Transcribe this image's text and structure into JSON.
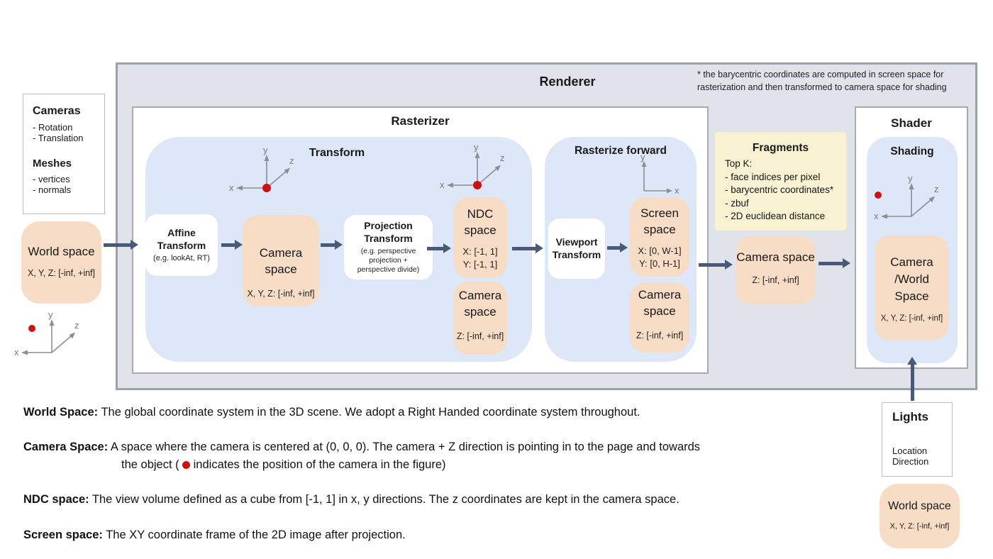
{
  "colors": {
    "peach": "#f7dcc6",
    "blue_panel": "#dde7f7",
    "yellow": "#f8f2d3",
    "renderer_bg": "#e0e4ea",
    "arrow": "#485a78",
    "red_dot": "#cc1111"
  },
  "axes": {
    "x": "x",
    "y": "y",
    "z": "z"
  },
  "renderer": {
    "title": "Renderer",
    "note_line1": "* the barycentric coordinates are computed in screen space for",
    "note_line2": "rasterization and then transformed to camera space for shading"
  },
  "rasterizer": {
    "title": "Rasterizer"
  },
  "transform_panel": {
    "title": "Transform",
    "affine_transform": {
      "line1": "Affine",
      "line2": "Transform",
      "note": "(e.g. lookAt, RT)"
    },
    "camera_space": {
      "title": "Camera space",
      "range": "X, Y, Z: [-inf, +inf]"
    },
    "projection_transform": {
      "line1": "Projection",
      "line2": "Transform",
      "note1": "(e.g. perspective",
      "note2": "projection +",
      "note3": "perspective divide)"
    },
    "ndc_space": {
      "line1": "NDC",
      "line2": "space",
      "range1": "X: [-1, 1]",
      "range2": "Y: [-1, 1]"
    },
    "camera_space_z": {
      "line1": "Camera",
      "line2": "space",
      "range": "Z: [-inf, +inf]"
    }
  },
  "rasterize_forward_panel": {
    "title": "Rasterize forward",
    "viewport_transform": {
      "line1": "Viewport",
      "line2": "Transform"
    },
    "screen_space": {
      "line1": "Screen",
      "line2": "space",
      "range1": "X: [0, W-1]",
      "range2": "Y: [0,  H-1]"
    },
    "camera_space_z": {
      "line1": "Camera",
      "line2": "space",
      "range": "Z: [-inf, +inf]"
    }
  },
  "fragments": {
    "title": "Fragments",
    "intro": "Top K:",
    "items": [
      "- face indices per pixel",
      "- barycentric coordinates*",
      "- zbuf",
      "- 2D euclidean distance"
    ]
  },
  "camera_space_out": {
    "title": "Camera space",
    "range": "Z: [-inf, +inf]"
  },
  "shader": {
    "title": "Shader",
    "shading": {
      "title": "Shading",
      "space": {
        "line1": "Camera",
        "line2": "/World",
        "line3": "Space",
        "range": "X, Y, Z: [-inf, +inf]"
      }
    }
  },
  "inputs": {
    "cameras": {
      "title": "Cameras",
      "items": [
        "- Rotation",
        "- Translation"
      ],
      "meshes_title": "Meshes",
      "mesh_items": [
        "- vertices",
        "- normals"
      ]
    },
    "world_space": {
      "title": "World space",
      "range": "X, Y, Z: [-inf, +inf]"
    }
  },
  "lights": {
    "title": "Lights",
    "items": [
      "Location",
      "Direction"
    ],
    "world_space": {
      "title": "World space",
      "range": "X, Y, Z: [-inf, +inf]"
    }
  },
  "definitions": [
    {
      "term": "World Space:",
      "text": "The global coordinate system in the 3D scene. We adopt a Right Handed coordinate system throughout."
    },
    {
      "term": "Camera Space:",
      "text": "A space where the camera is centered at (0, 0, 0). The camera + Z direction is pointing in to the page and towards",
      "text2_pre": "the object (",
      "text2_post": "indicates the position of the camera in the figure)"
    },
    {
      "term": "NDC space:",
      "text": "The view volume defined as a cube from [-1, 1] in x, y directions. The z coordinates are kept in the camera space."
    },
    {
      "term": "Screen space:",
      "text": "The XY coordinate frame of the 2D image after projection."
    }
  ]
}
